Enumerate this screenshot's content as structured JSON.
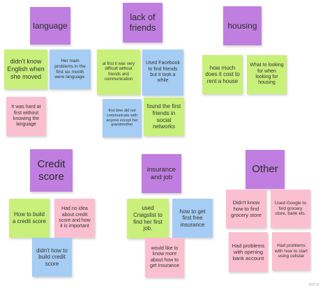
{
  "board": {
    "watermark": "miro",
    "colors": {
      "purple": "#c07fe0",
      "green": "#c8f07a",
      "blue": "#a6cdf3",
      "pink": "#fbbfd2"
    },
    "clusters": {
      "language": {
        "header": "language",
        "notes": [
          "didn't know English when she moved",
          "Her main problems in the first six month were language.",
          "It was hard at first without knowing the language"
        ]
      },
      "lack_of_friends": {
        "header": "lack of friends",
        "notes": [
          "at first it was very difficult without friends and communication",
          "Used Facebook to find friends but it took a while",
          "first time did not communicate with anyone except her grandmother",
          "found the first friends in social networks"
        ]
      },
      "housing": {
        "header": "housing",
        "notes": [
          "how much does it cost to rent a house",
          "What to looking for when looking for housing"
        ]
      },
      "credit_score": {
        "header": "Credit score",
        "notes": [
          "How to build a credit score",
          "Had no idea about credit score and how it is important",
          "didn't how to build credit score"
        ]
      },
      "insurance_and_job": {
        "header": "insurance and job",
        "notes": [
          "used Craigslist to find her first job.",
          "how to get first free insurance",
          "would like to know more about how to get insurance"
        ]
      },
      "other": {
        "header": "Other",
        "notes": [
          "Didn't know how to find grocery store",
          "Used Google to find grocery store, bank etc.",
          "Had problems with opening bank account",
          "Had problems with how to start using cellular"
        ]
      }
    }
  }
}
